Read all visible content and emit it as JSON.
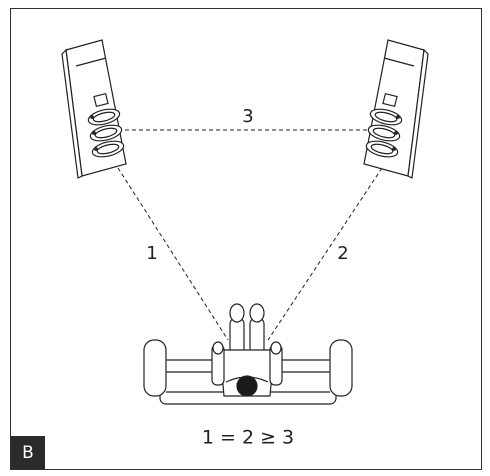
{
  "labels": {
    "distance_left": "1",
    "distance_right": "2",
    "distance_between_speakers": "3",
    "formula": "1 = 2 ≥ 3",
    "corner_badge": "B"
  },
  "colors": {
    "stroke": "#222222",
    "frame": "#333333",
    "badge_bg": "#2b2b2b",
    "badge_text": "#ffffff"
  },
  "icons": [
    "speaker-left",
    "speaker-right",
    "listener-on-sofa"
  ]
}
